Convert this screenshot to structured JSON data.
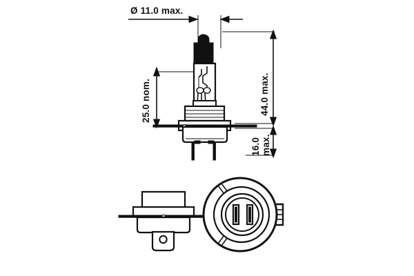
{
  "drawing": {
    "title": "H7 bulb outline drawing",
    "background_color": "#ffffff",
    "line_color": "#111111",
    "views": [
      {
        "name": "main-elevation",
        "label": ""
      },
      {
        "name": "base-side-view",
        "label": ""
      },
      {
        "name": "base-end-view",
        "label": ""
      }
    ]
  },
  "dimensions": {
    "diameter_max": "Ø 11.0 max.",
    "light_centre_length_nom": "25.0 nom.",
    "overall_height_max": "44.0 max.",
    "base_height_value": "16.0",
    "base_height_qualifier": "max."
  }
}
